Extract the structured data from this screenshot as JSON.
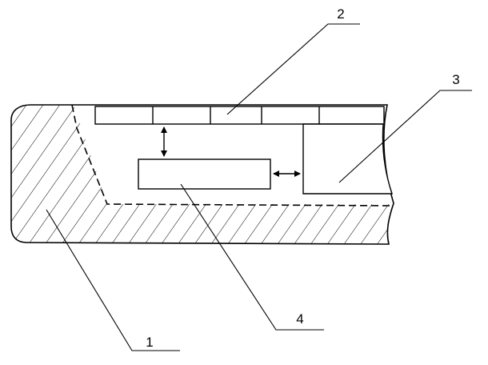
{
  "diagram": {
    "callouts": [
      {
        "id": "1",
        "label": "1"
      },
      {
        "id": "2",
        "label": "2"
      },
      {
        "id": "3",
        "label": "3"
      },
      {
        "id": "4",
        "label": "4"
      }
    ]
  },
  "colors": {
    "ink": "#000000",
    "background": "#ffffff"
  }
}
